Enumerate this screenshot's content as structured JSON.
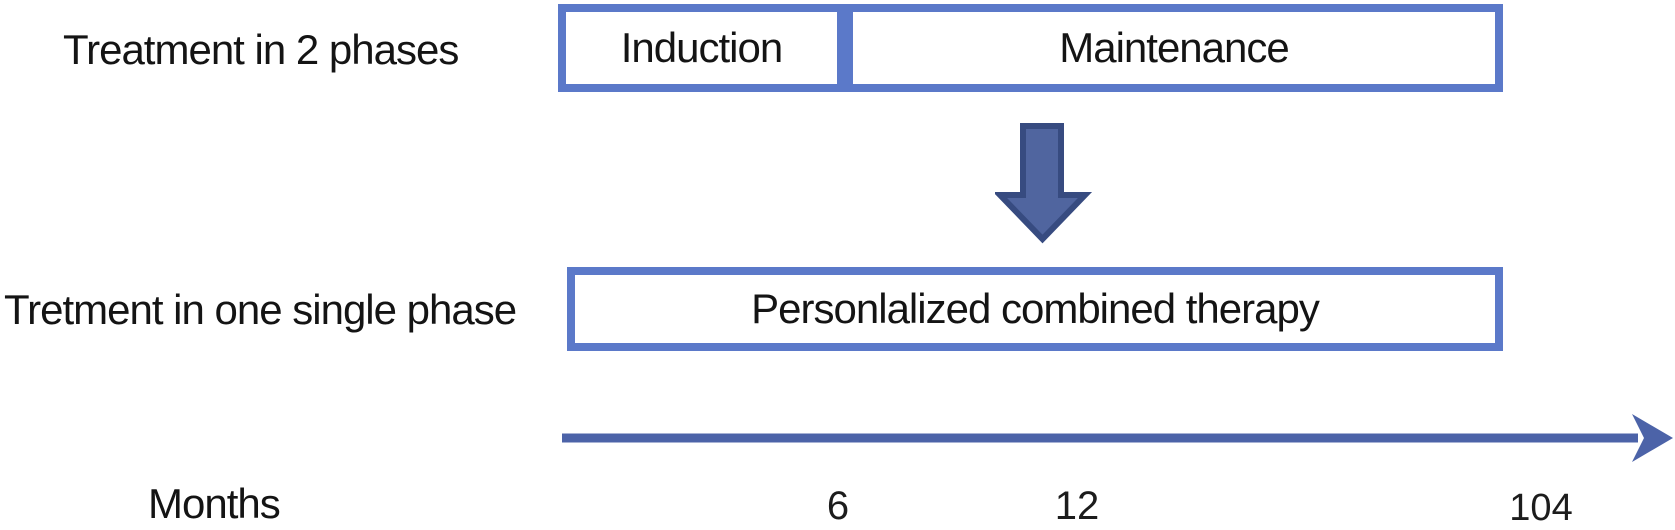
{
  "diagram": {
    "title": "Treatment phases diagram",
    "colors": {
      "box_border": "#5b79c9",
      "box_fill": "#ffffff",
      "down_arrow_fill": "#50659f",
      "down_arrow_stroke": "#374b80",
      "timeline_arrow": "#4c63a8",
      "text": "#141414"
    },
    "row1": {
      "label": "Treatment in 2 phases",
      "boxes": [
        {
          "label": "Induction"
        },
        {
          "label": "Maintenance"
        }
      ]
    },
    "row2": {
      "label": "Tretment in one single phase",
      "box_label": "Personlalized combined therapy"
    },
    "timeline": {
      "axis_label": "Months",
      "ticks": [
        "6",
        "12",
        "104"
      ]
    }
  }
}
